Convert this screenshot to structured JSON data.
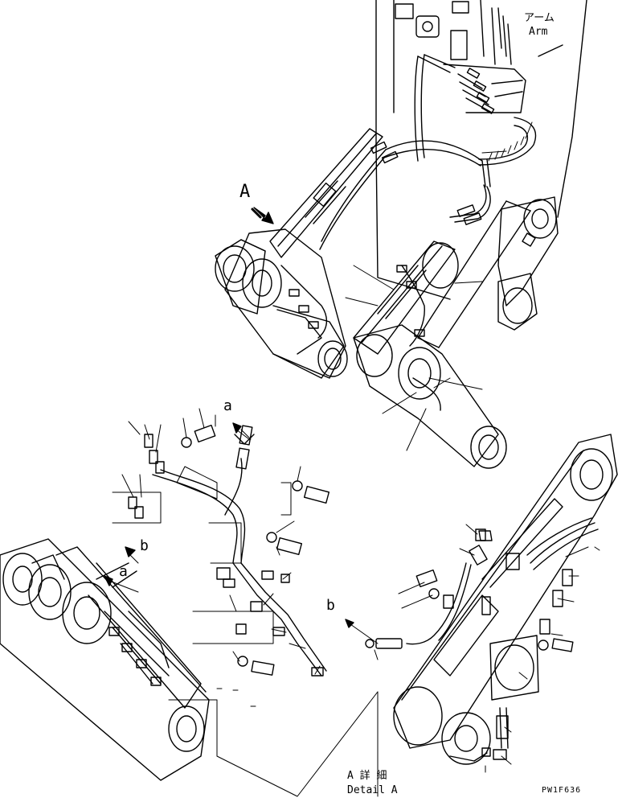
{
  "labels": {
    "arm_jp": "アーム",
    "arm_en": "Arm",
    "view_letter": "A",
    "marker_a": "a",
    "marker_b": "b",
    "marker_a2": "a",
    "marker_b2": "b",
    "detail_jp": "A 詳 細",
    "detail_en": "Detail A",
    "drawing_code": "PW1F636"
  },
  "icons": [
    "view-arrow-icon",
    "direction-arrow-icon"
  ]
}
